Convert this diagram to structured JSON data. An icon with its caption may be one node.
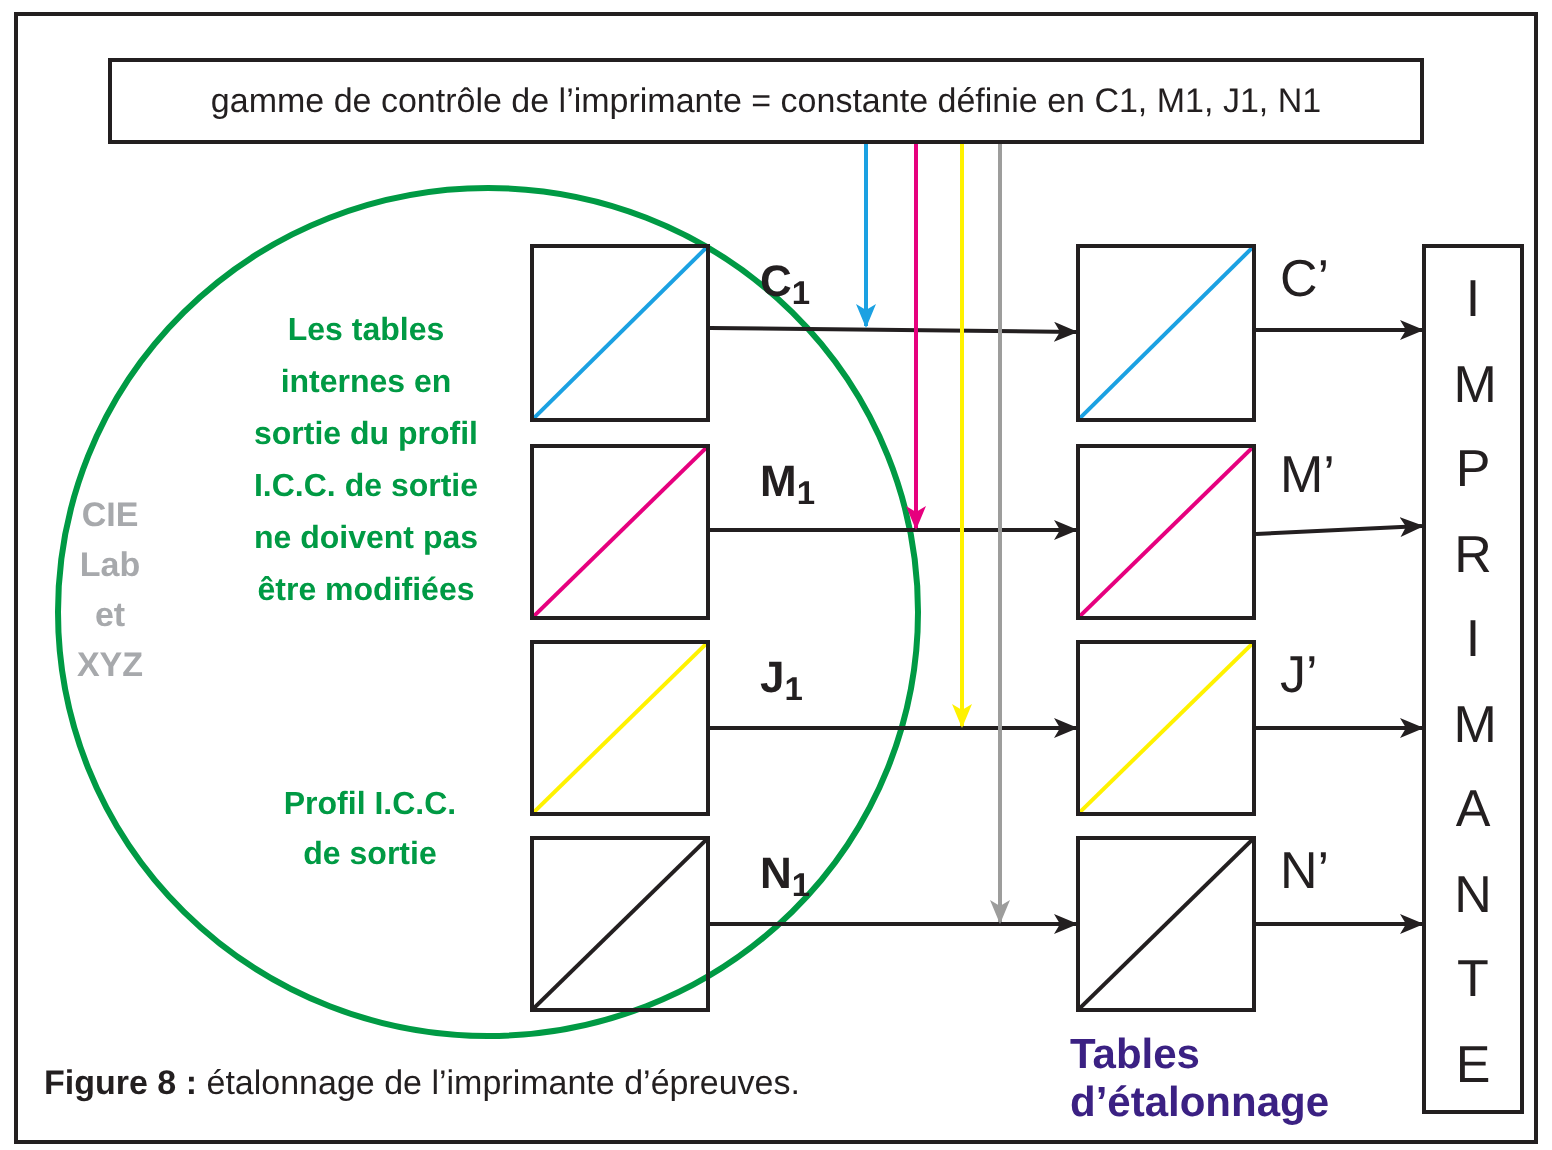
{
  "diagram": {
    "caption": "**Figure 8 :** étalonnage de l’imprimante d’épreuves.",
    "nodes": [
      {
        "text": [
          "gamme de contrôle de l’imprimante = constante définie en C1, M1, J1, N1"
        ]
      },
      {
        "text": [],
        "shape": "box"
      },
      {
        "text": [],
        "shape": "box"
      },
      {
        "text": [],
        "shape": "box"
      },
      {
        "text": [],
        "shape": "box"
      },
      {
        "text": [],
        "shape": "box"
      },
      {
        "text": [],
        "shape": "box"
      },
      {
        "text": [],
        "shape": "box"
      },
      {
        "text": [],
        "shape": "box"
      },
      {
        "text": [
          "IMPRIMANTE"
        ]
      }
    ],
    "edges": [
      {
        "from": 1,
        "to": 5,
        "arrow": "to",
        "label": "C$_{1}$"
      },
      {
        "from": 2,
        "to": 6,
        "arrow": "to",
        "label": "M$_{1}$"
      },
      {
        "from": 3,
        "to": 7,
        "arrow": "to",
        "label": "J$_{1}$"
      },
      {
        "from": 4,
        "to": 8,
        "arrow": "to",
        "label": "N$_{1}$"
      },
      {
        "from": 5,
        "to": 9,
        "arrow": "to",
        "label": "C’"
      },
      {
        "from": 6,
        "to": 9,
        "arrow": "to",
        "label": "M’"
      },
      {
        "from": 7,
        "to": 9,
        "arrow": "to",
        "label": "J’"
      },
      {
        "from": 8,
        "to": 9,
        "arrow": "to",
        "label": "N’"
      },
      {
        "from": 0,
        "to": null,
        "arrow": "to",
        "color": "#1ba1e2"
      },
      {
        "from": 0,
        "to": null,
        "arrow": "to",
        "color": "#e6007e"
      },
      {
        "from": 0,
        "to": null,
        "arrow": "to",
        "color": "#fff200"
      },
      {
        "from": 0,
        "to": null,
        "arrow": "to",
        "color": "#9d9d9c"
      }
    ],
    "labels": [
      "CIE Lab et XYZ",
      "Les tables internes en sortie du profil I.C.C. de sortie ne doivent pas être modifiées",
      "Profil I.C.C. de sortie",
      "Tables d’étalonnage"
    ]
  }
}
